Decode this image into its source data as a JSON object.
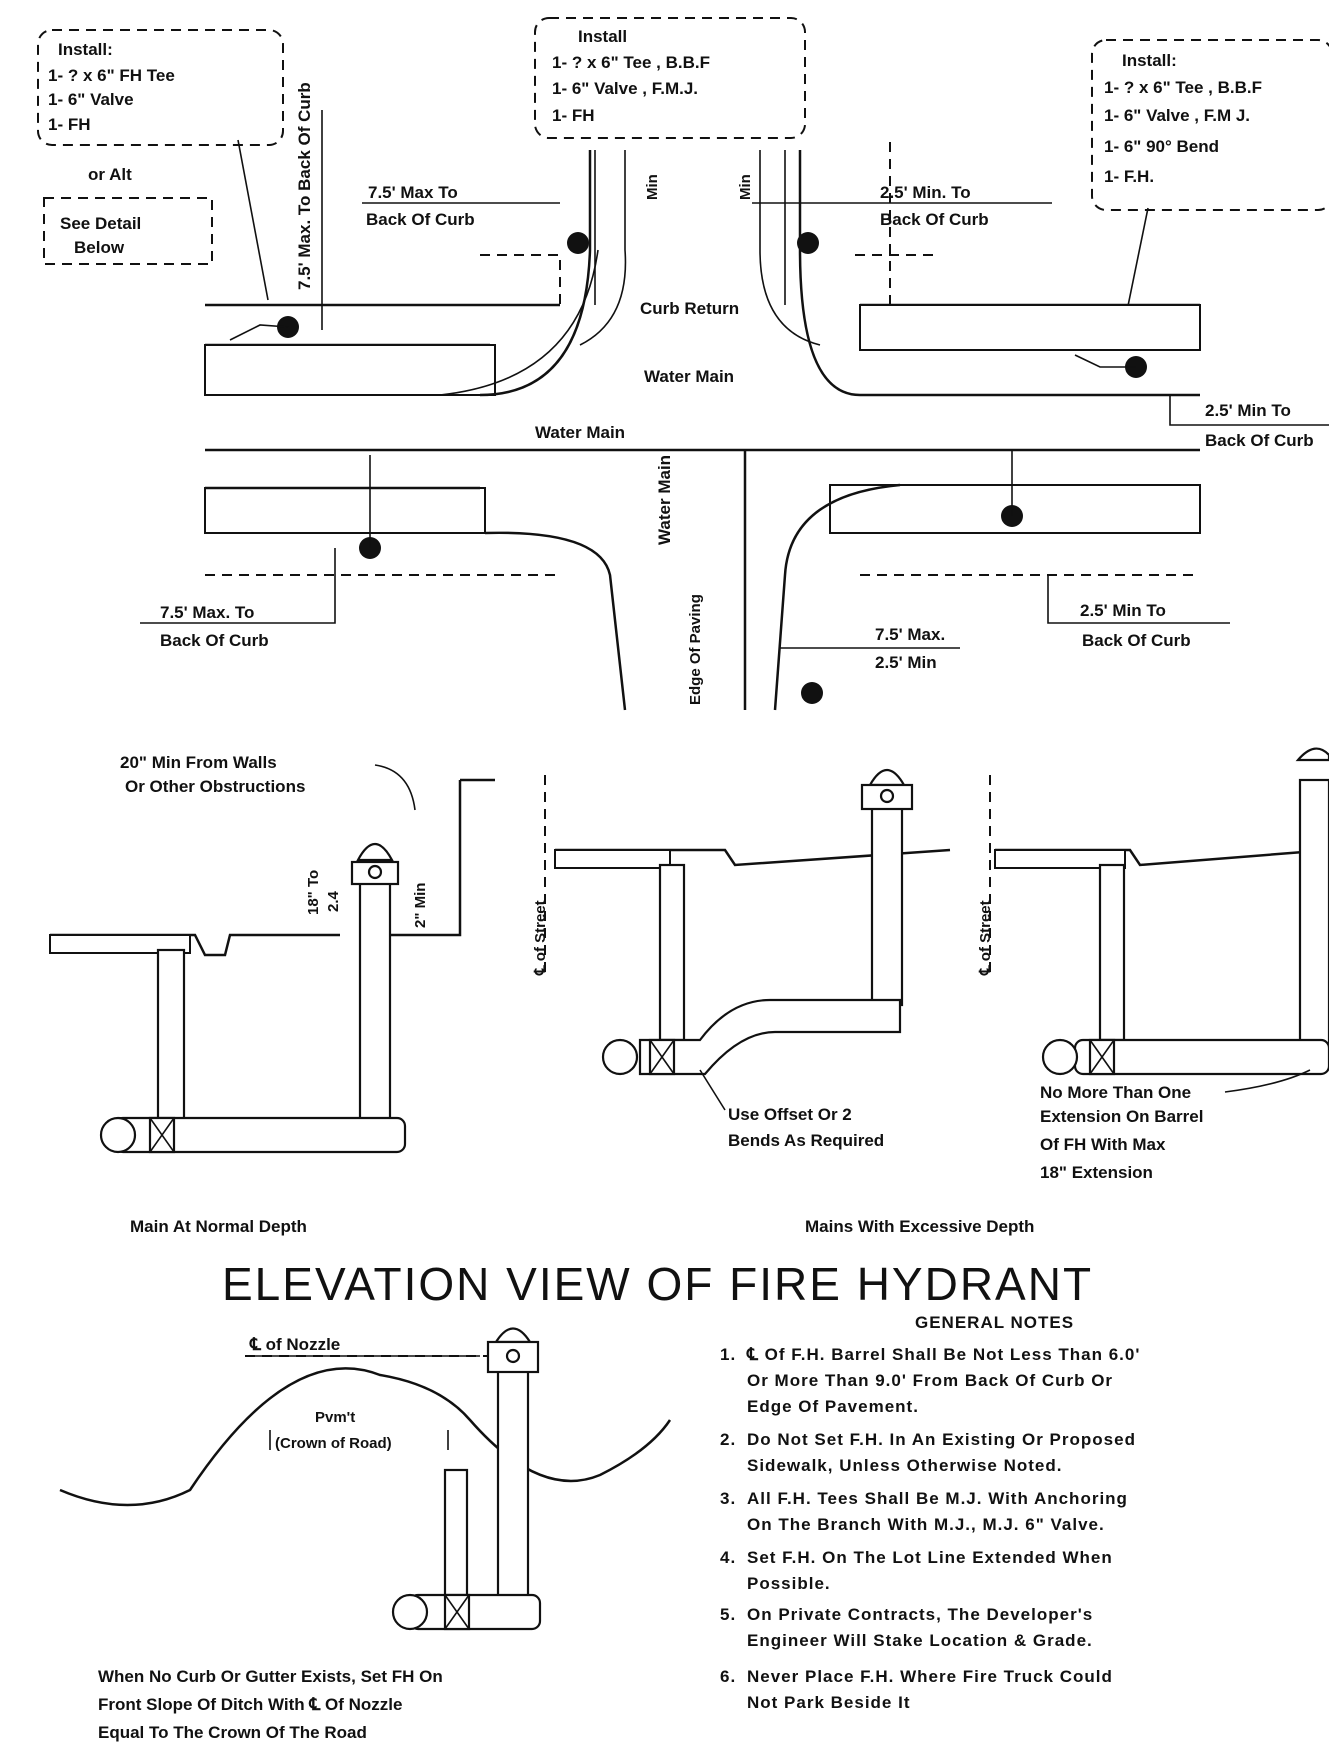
{
  "plan": {
    "callout_left": [
      "Install:",
      "1- ? x 6\" FH Tee",
      "1- 6\" Valve",
      "1- FH"
    ],
    "or_alt": "or Alt",
    "see_detail": [
      "See Detail",
      "Below"
    ],
    "callout_center": [
      "Install",
      "1- ? x 6\" Tee , B.B.F",
      "1- 6\" Valve , F.M.J.",
      "1- FH"
    ],
    "callout_right": [
      "Install:",
      "1- ? x 6\" Tee , B.B.F",
      "1- 6\" Valve , F.M J.",
      "1- 6\" 90° Bend",
      "1- F.H."
    ],
    "max_to_curb_vertical": "7.5' Max. To Back Of Curb",
    "max_to_curb_a": [
      "7.5' Max To",
      "Back Of Curb"
    ],
    "min_to_curb_a": [
      "2.5' Min. To",
      "Back Of Curb"
    ],
    "min_label": "Min",
    "curb_return": "Curb Return",
    "water_main": "Water Main",
    "water_main_b": "Water Main",
    "min_to_curb_right": [
      "2.5' Min To",
      "Back Of Curb"
    ],
    "max_to_curb_b": [
      "7.5' Max. To",
      "Back Of Curb"
    ],
    "water_main_vertical": "Water Main",
    "edge_of_paving": "Edge Of Paving",
    "max_min_small": [
      "7.5' Max.",
      "2.5' Min"
    ],
    "min_to_curb_b": [
      "2.5' Min To",
      "Back Of Curb"
    ]
  },
  "elevation": {
    "clearance": [
      "20\" Min From Walls",
      "Or Other Obstructions"
    ],
    "dims": [
      "18\" To",
      "2.4",
      "2\" Min"
    ],
    "centerline_street": "℄ of Street",
    "offset_note": [
      "Use Offset Or 2",
      "Bends As Required"
    ],
    "extension_note": [
      "No More Than One",
      "Extension On Barrel",
      "Of FH With Max",
      "18\" Extension"
    ],
    "caption_normal": "Main At Normal Depth",
    "caption_excessive": "Mains With Excessive Depth",
    "title": "ELEVATION VIEW OF FIRE HYDRANT"
  },
  "ditch": {
    "nozzle": "℄ of Nozzle",
    "pavement": [
      "Pvm't",
      "(Crown of Road)"
    ],
    "caption": [
      "When No Curb Or Gutter Exists, Set FH On",
      "Front Slope Of Ditch With ℄ Of Nozzle",
      "Equal To The Crown Of The Road"
    ]
  },
  "notes": {
    "heading": "GENERAL NOTES",
    "items": [
      [
        "1.",
        "℄ Of F.H. Barrel Shall Be Not Less Than 6.0'",
        "Or More Than 9.0' From Back Of Curb Or",
        "Edge Of Pavement."
      ],
      [
        "2.",
        "Do Not Set F.H. In An Existing Or Proposed",
        "Sidewalk, Unless Otherwise Noted."
      ],
      [
        "3.",
        "All F.H. Tees Shall Be M.J. With Anchoring",
        "On The Branch With M.J., M.J. 6\" Valve."
      ],
      [
        "4.",
        "Set F.H. On The Lot Line Extended When",
        "Possible."
      ],
      [
        "5.",
        "On Private Contracts, The Developer's",
        "Engineer Will Stake Location & Grade."
      ],
      [
        "6.",
        "Never Place F.H. Where Fire Truck Could",
        "Not Park Beside It"
      ]
    ]
  }
}
